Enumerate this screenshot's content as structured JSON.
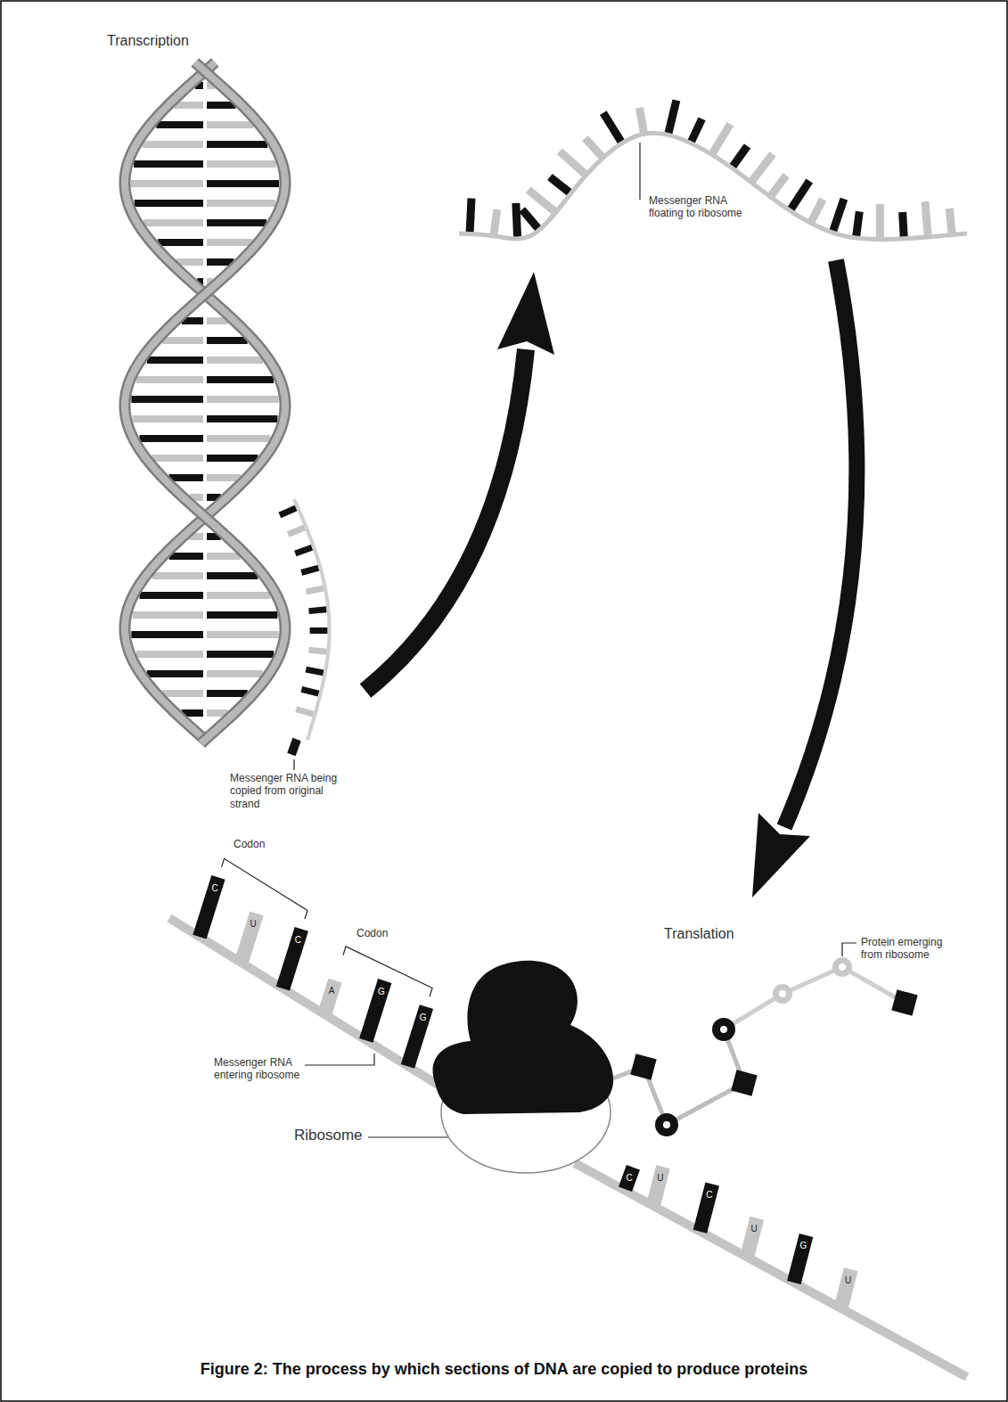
{
  "diagram": {
    "caption": "Figure 2: The process by which sections of DNA are copied to produce proteins",
    "labels": [
      "Transcription",
      "Messenger RNA floating to ribosome",
      "Messenger RNA being copied from original strand",
      "Translation",
      "Protein emerging from ribosome",
      "Codon",
      "Codon",
      "C",
      "U",
      "C",
      "A",
      "G",
      "G",
      "Messenger RNA entering ribosome",
      "Ribosome",
      "C",
      "U",
      "C",
      "U",
      "G",
      "U"
    ]
  }
}
